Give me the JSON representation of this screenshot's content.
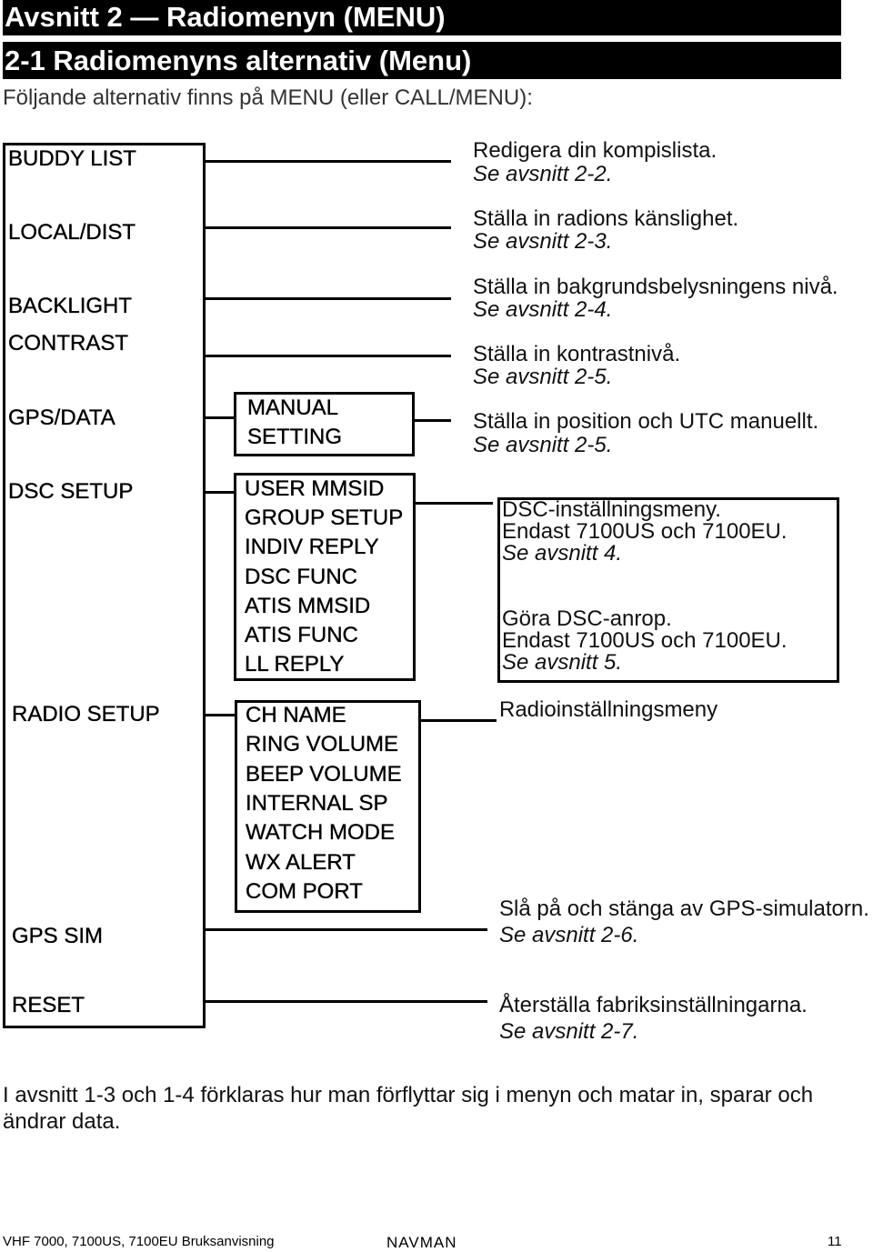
{
  "header": {
    "section_title": "Avsnitt 2 — Radiomenyn (MENU)",
    "subsection_title": "2-1 Radiomenyns alternativ (Menu)",
    "intro": "Följande alternativ finns på MENU (eller CALL/MENU):"
  },
  "main_menu": {
    "items": [
      "BUDDY LIST",
      "LOCAL/DIST",
      "BACKLIGHT",
      "CONTRAST",
      "GPS/DATA",
      "DSC SETUP",
      "RADIO SETUP",
      "GPS SIM",
      "RESET"
    ]
  },
  "gps_data_submenu": {
    "lines": [
      "MANUAL",
      "SETTING"
    ]
  },
  "dsc_setup_submenu": {
    "items": [
      "USER MMSID",
      "GROUP SETUP",
      "INDIV REPLY",
      "DSC FUNC",
      "ATIS MMSID",
      "ATIS FUNC",
      "LL REPLY"
    ]
  },
  "radio_setup_submenu": {
    "items": [
      "CH NAME",
      "RING VOLUME",
      "BEEP VOLUME",
      "INTERNAL SP",
      "WATCH MODE",
      "WX ALERT",
      "COM PORT"
    ]
  },
  "descriptions": {
    "buddy_list": {
      "text": "Redigera din kompislista.",
      "ref": "Se avsnitt 2-2."
    },
    "local_dist": {
      "text": "Ställa in radions känslighet.",
      "ref": "Se avsnitt 2-3."
    },
    "backlight": {
      "text": "Ställa in bakgrundsbelysningens nivå.",
      "ref": "Se avsnitt 2-4."
    },
    "contrast": {
      "text": "Ställa in kontrastnivå.",
      "ref": "Se avsnitt 2-5."
    },
    "gps_data": {
      "text": "Ställa in position och UTC manuellt.",
      "ref": "Se avsnitt 2-5."
    },
    "dsc_setup": {
      "setup_text": "DSC-inställningsmeny.",
      "setup_note": "Endast 7100US och 7100EU.",
      "setup_ref": "Se avsnitt 4.",
      "call_text": "Göra DSC-anrop.",
      "call_note": "Endast 7100US och 7100EU.",
      "call_ref": "Se avsnitt 5."
    },
    "radio_setup": {
      "text": "Radioinställningsmeny"
    },
    "gps_sim": {
      "text": "Slå på och stänga av GPS-simulatorn.",
      "ref": "Se avsnitt 2-6."
    },
    "reset": {
      "text": "Återställa fabriksinställningarna.",
      "ref": "Se avsnitt 2-7."
    }
  },
  "footer_note": {
    "lines": [
      "I avsnitt 1-3 och 1-4 förklaras hur man förflyttar sig i menyn och matar in, sparar och",
      "ändrar data."
    ]
  },
  "footer": {
    "manual_title": "VHF 7000, 7100US, 7100EU Bruksanvisning",
    "brand": "NAVMAN",
    "page_number": "11"
  },
  "colors": {
    "header_bar": "#000000",
    "header_text": "#ffffff",
    "text": "#111111"
  }
}
